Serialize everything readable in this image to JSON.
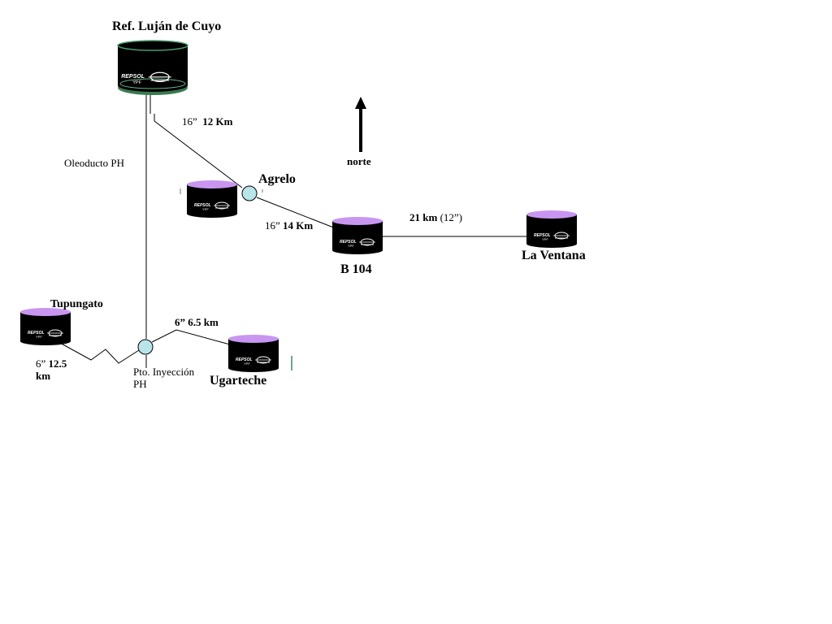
{
  "nodes": {
    "refineria": "Ref. Luján de Cuyo",
    "agrelo": "Agrelo",
    "b104": "B 104",
    "la_ventana": "La Ventana",
    "tupungato": "Tupungato",
    "ugarteche": "Ugarteche",
    "inyeccion": "Pto. Inyección",
    "inyeccion_2": "PH"
  },
  "pipelines": {
    "ref_agrelo": {
      "diameter": "16”",
      "length": "12 Km"
    },
    "agrelo_b104": {
      "diameter": "16”",
      "length": "14 Km"
    },
    "b104_ventana": {
      "length": "21 km",
      "diameter": "(12”)"
    },
    "pto_ugarteche": {
      "diameter": "6”",
      "length": "6.5 km"
    },
    "tupungato_pto": {
      "diameter": "6”",
      "length": "12.5",
      "length_unit": "km"
    },
    "oleoducto": "Oleoducto PH"
  },
  "compass": {
    "label": "norte"
  },
  "tank_logo": {
    "brand_top": "REPSOL",
    "brand_bottom": "YPF"
  },
  "colors": {
    "tank_body": "#000000",
    "tank_top": "#c896f0",
    "refinery_top": "#3a7a50",
    "junction_fill": "#b8e4ea",
    "line": "#000000"
  }
}
